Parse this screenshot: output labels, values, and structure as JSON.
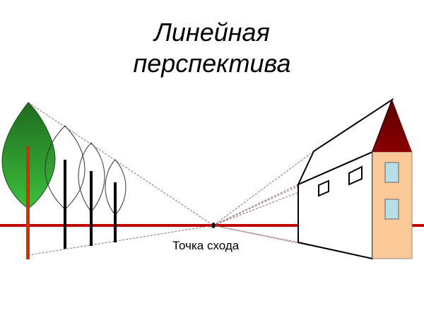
{
  "title": {
    "line1": "Линейная",
    "line2": "перспектива"
  },
  "vanishing_point": {
    "label": "Точка схода"
  },
  "colors": {
    "horizon": "#c00000",
    "tree_trunk": "#cc3300",
    "tree_crown_top": "#1f6b1f",
    "tree_crown_bottom": "#3cbf3c",
    "roof": "#7a0000",
    "tower_wall": "#fbc998",
    "tower_window": "#b9dfe6",
    "guide_line": "#9a6a6a"
  }
}
